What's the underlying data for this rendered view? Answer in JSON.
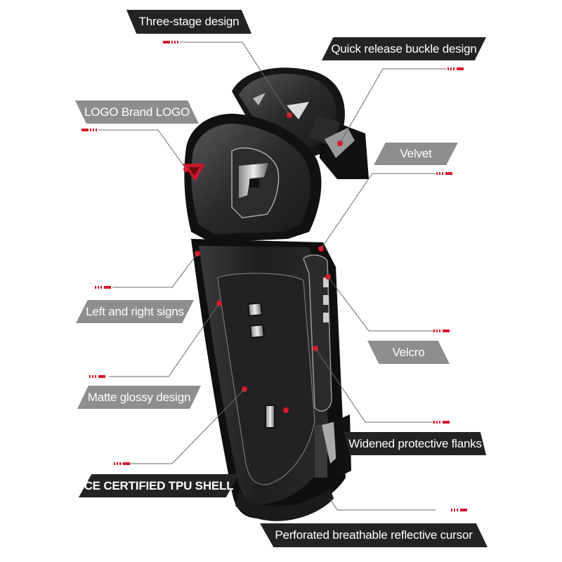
{
  "product": {
    "name": "Knee and shin guard",
    "colors": {
      "shell": "#1c1c1c",
      "dark_label": "#232323",
      "grey_label": "#8e8e8e",
      "accent_red": "#d9182b",
      "leader_line": "#6a6a6a"
    }
  },
  "callouts": [
    {
      "id": "three-stage",
      "text": "Three-stage design",
      "style": "dark"
    },
    {
      "id": "quick-release",
      "text": "Quick release buckle design",
      "style": "dark"
    },
    {
      "id": "logo",
      "text": "LOGO Brand LOGO",
      "style": "grey"
    },
    {
      "id": "velvet",
      "text": "Velvet",
      "style": "grey"
    },
    {
      "id": "left-right",
      "text": "Left and right signs",
      "style": "grey"
    },
    {
      "id": "velcro",
      "text": "Velcro",
      "style": "grey"
    },
    {
      "id": "matte-glossy",
      "text": "Matte glossy design",
      "style": "grey"
    },
    {
      "id": "widened-flanks",
      "text": "Widened protective flanks",
      "style": "dark"
    },
    {
      "id": "ce-certified",
      "text": "CE CERTIFIED TPU SHELL",
      "style": "dark"
    },
    {
      "id": "perforated",
      "text": "Perforated breathable reflective cursor",
      "style": "dark"
    }
  ]
}
